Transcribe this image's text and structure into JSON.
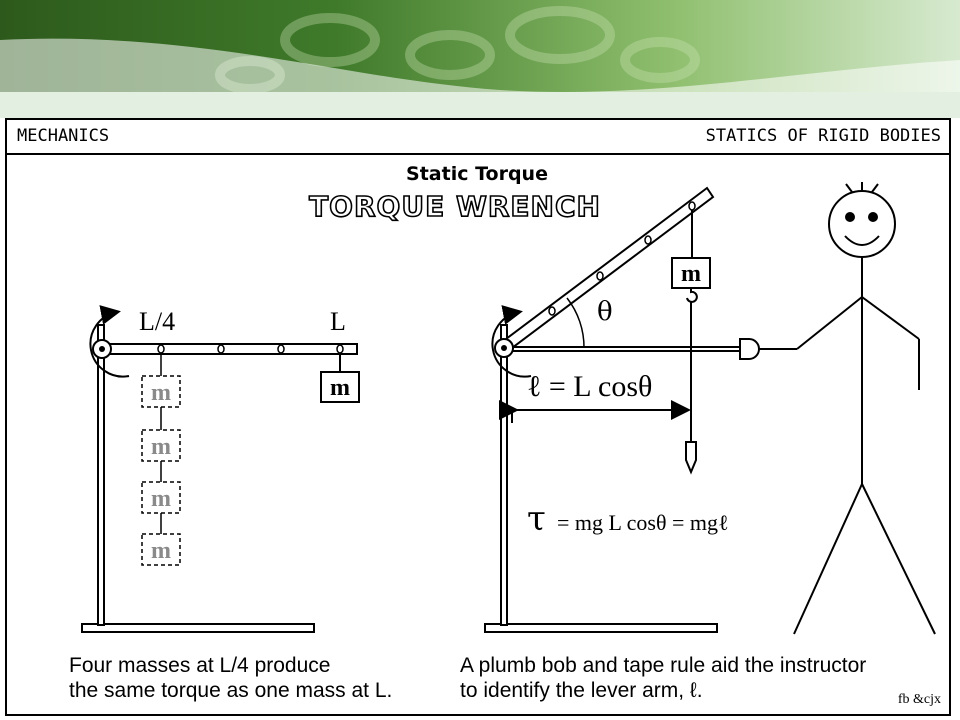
{
  "header": {
    "left": "MECHANICS",
    "right": "STATICS OF RIGID BODIES"
  },
  "title": "Static Torque",
  "subtitle": "TORQUE WRENCH",
  "left_diagram": {
    "label_quarter": "L/4",
    "label_full": "L",
    "mass_label": "m",
    "ghost_mass_label": "m"
  },
  "right_diagram": {
    "mass_label": "m",
    "angle_label": "θ",
    "lever_arm_label": "ℓ = L cosθ",
    "torque_symbol": "τ",
    "torque_formula": "= mg L cosθ = mgℓ"
  },
  "captions": {
    "left_line1": "Four masses at L/4 produce",
    "left_line2": "the same torque as one mass at L.",
    "right_line1": "A plumb bob and tape rule aid the instructor",
    "right_line2": "to identify the lever arm, ℓ."
  },
  "credit": "fb &cjx",
  "colors": {
    "banner_dark": "#2f5a1f",
    "banner_light": "#cfe3bb",
    "ghost_mass": "#8a8a8a"
  }
}
